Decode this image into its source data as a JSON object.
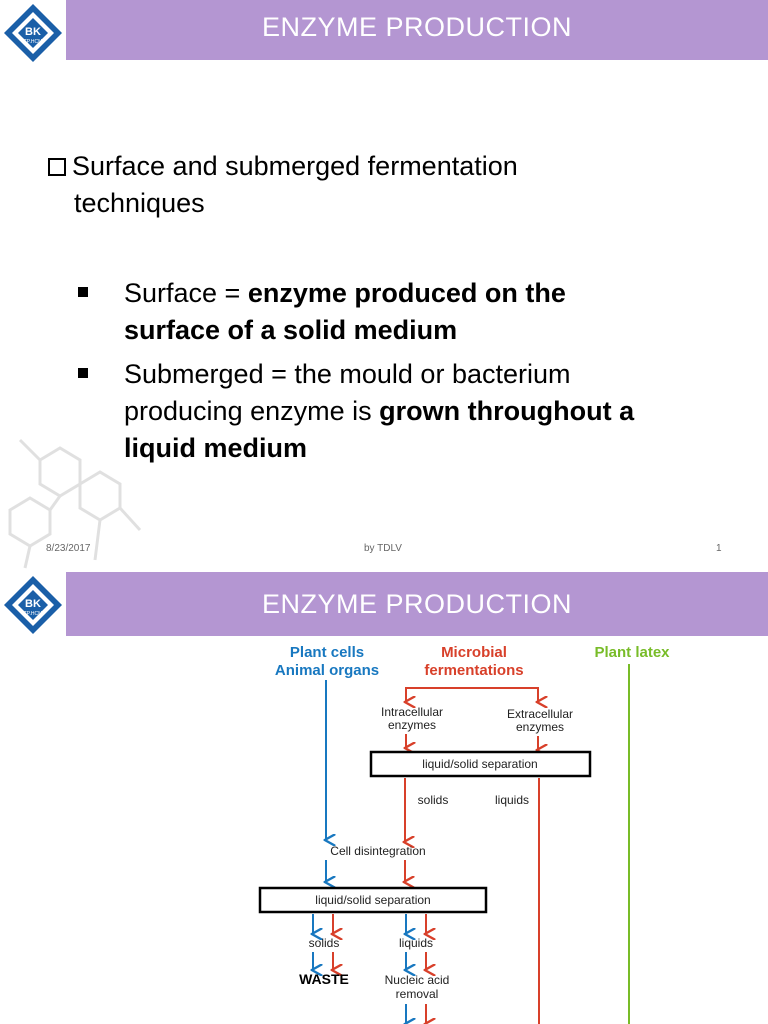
{
  "slide1": {
    "title": "ENZYME PRODUCTION",
    "logo_text": "BK",
    "logo_sub": "TP.HCM",
    "main_bullet_line1": "Surface and submerged fermentation",
    "main_bullet_line2": "techniques",
    "b1_prefix": "Surface = ",
    "b1_bold1": "enzyme produced on the",
    "b1_bold2": "surface of a solid medium",
    "b2_line1": "Submerged = the mould or bacterium",
    "b2_line2_plain": "producing enzyme is ",
    "b2_line2_bold": "grown throughout a",
    "b2_line3_bold": "liquid medium",
    "footer_date": "8/23/2017",
    "footer_author": "by TDLV",
    "footer_page": "1"
  },
  "slide2": {
    "title": "ENZYME PRODUCTION",
    "logo_text": "BK",
    "logo_sub": "TP.HCM",
    "diagram": {
      "plant_cells": "Plant cells",
      "animal_organs": "Animal organs",
      "microbial": "Microbial",
      "fermentations": "fermentations",
      "plant_latex": "Plant latex",
      "intracellular1": "Intracellular",
      "intracellular2": "enzymes",
      "extracellular1": "Extracellular",
      "extracellular2": "enzymes",
      "sep1": "liquid/solid separation",
      "solids1": "solids",
      "liquids1": "liquids",
      "cell_disintegration": "Cell disintegration",
      "sep2": "liquid/solid separation",
      "solids2": "solids",
      "liquids2": "liquids",
      "waste": "WASTE",
      "nucleic1": "Nucleic acid",
      "nucleic2": "removal"
    },
    "colors": {
      "blue": "#1878c0",
      "red": "#d8402a",
      "green": "#78bc28",
      "title_bar": "#b496d2"
    }
  }
}
